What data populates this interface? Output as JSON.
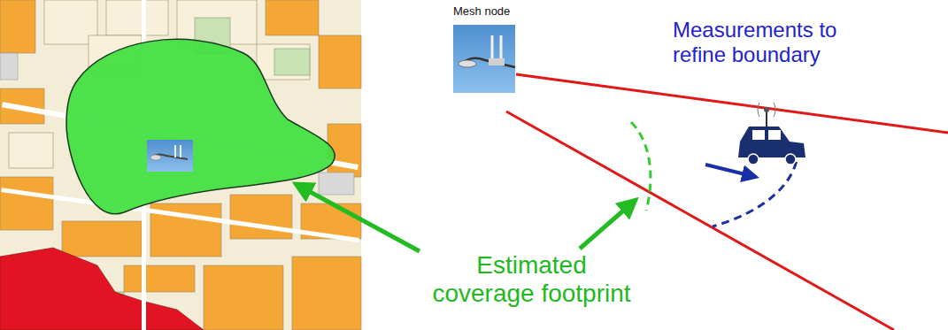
{
  "diagram": {
    "labels": [
      "Mesh node",
      "Measurements to refine boundary",
      "Estimated coverage footprint"
    ]
  }
}
